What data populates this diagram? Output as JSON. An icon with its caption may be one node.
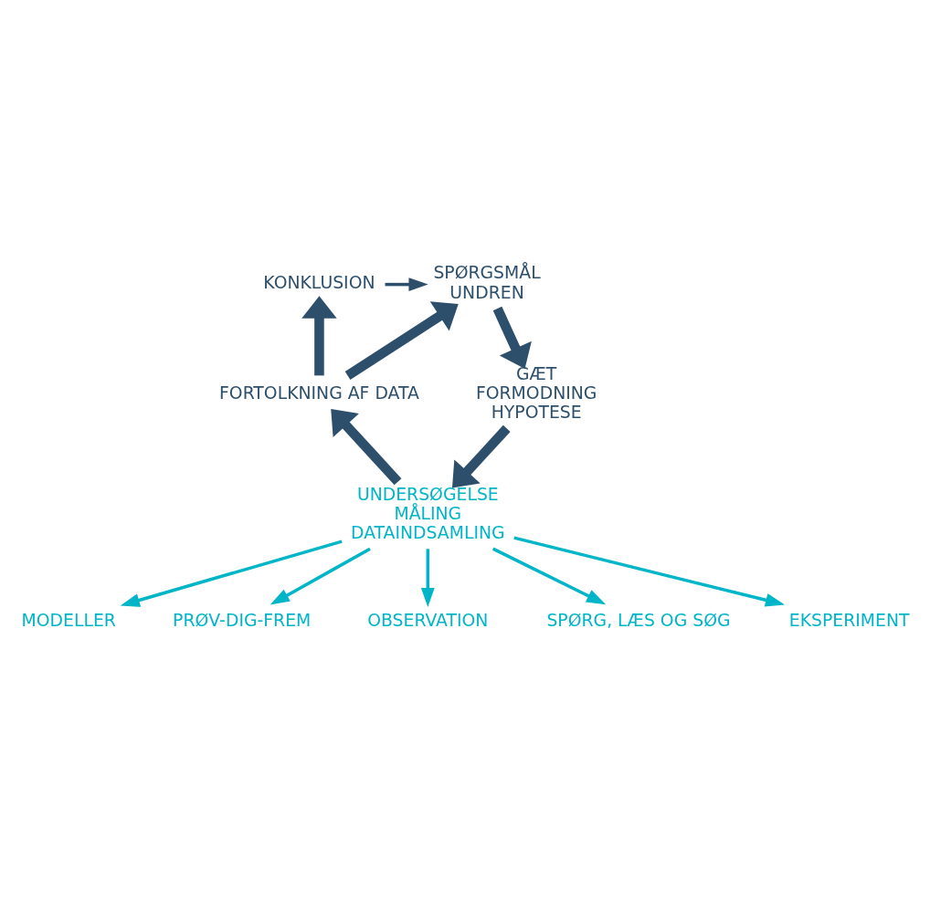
{
  "diagram": {
    "nodes": [
      {
        "text": [
          "KONKLUSION"
        ]
      },
      {
        "text": [
          "SPØRGSMÅL UNDREN"
        ]
      },
      {
        "text": [
          "GÆT FORMODNING HYPOTESE"
        ]
      },
      {
        "text": [
          "UNDERSØGELSE MÅLING DATAINDSAMLING"
        ]
      },
      {
        "text": [
          "FORTOLKNING AF DATA"
        ]
      },
      {
        "text": [
          "MODELLER"
        ]
      },
      {
        "text": [
          "PRØV-DIG-FREM"
        ]
      },
      {
        "text": [
          "OBSERVATION"
        ]
      },
      {
        "text": [
          "SPØRG, LÆS OG SØG"
        ]
      },
      {
        "text": [
          "EKSPERIMENT"
        ]
      }
    ],
    "edges": [
      {
        "from": 0,
        "to": 1,
        "arrow": "to"
      },
      {
        "from": 1,
        "to": 2,
        "arrow": "to",
        "style": "thick"
      },
      {
        "from": 2,
        "to": 3,
        "arrow": "to",
        "style": "thick"
      },
      {
        "from": 3,
        "to": 4,
        "arrow": "to",
        "style": "thick"
      },
      {
        "from": 4,
        "to": 0,
        "arrow": "to",
        "style": "thick"
      },
      {
        "from": 4,
        "to": 1,
        "arrow": "to",
        "style": "thick"
      },
      {
        "from": 3,
        "to": 5,
        "arrow": "to",
        "color": "#00b5c8"
      },
      {
        "from": 3,
        "to": 6,
        "arrow": "to",
        "color": "#00b5c8"
      },
      {
        "from": 3,
        "to": 7,
        "arrow": "to",
        "color": "#00b5c8"
      },
      {
        "from": 3,
        "to": 8,
        "arrow": "to",
        "color": "#00b5c8"
      },
      {
        "from": 3,
        "to": 9,
        "arrow": "to",
        "color": "#00b5c8"
      }
    ]
  }
}
